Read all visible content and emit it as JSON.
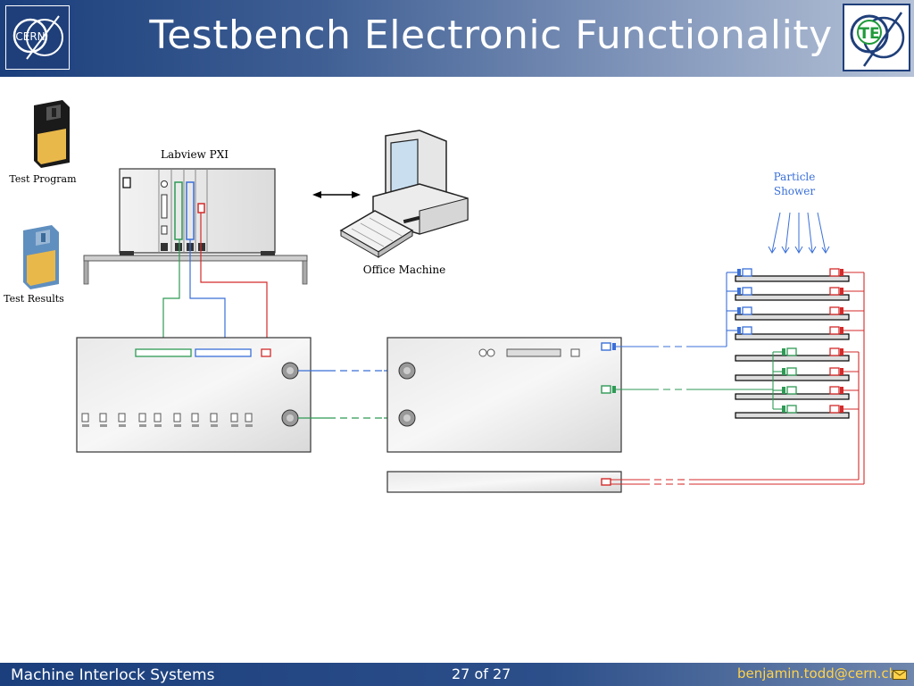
{
  "header": {
    "title": "Testbench Electronic Functionality",
    "cern_logo_text": "CERN",
    "te_logo_text": "TE"
  },
  "diagram": {
    "test_program_label": "Test Program",
    "test_results_label": "Test Results",
    "labview_label": "Labview PXI",
    "office_machine_label": "Office Machine",
    "particle_label_line1": "Particle",
    "particle_label_line2": "Shower"
  },
  "footer": {
    "left": "Machine Interlock Systems",
    "page": "27 of 27",
    "email": "benjamin.todd@cern.ch"
  },
  "colors": {
    "green": "#2e9a55",
    "blue": "#3a6fd8",
    "red": "#d42a2a"
  }
}
